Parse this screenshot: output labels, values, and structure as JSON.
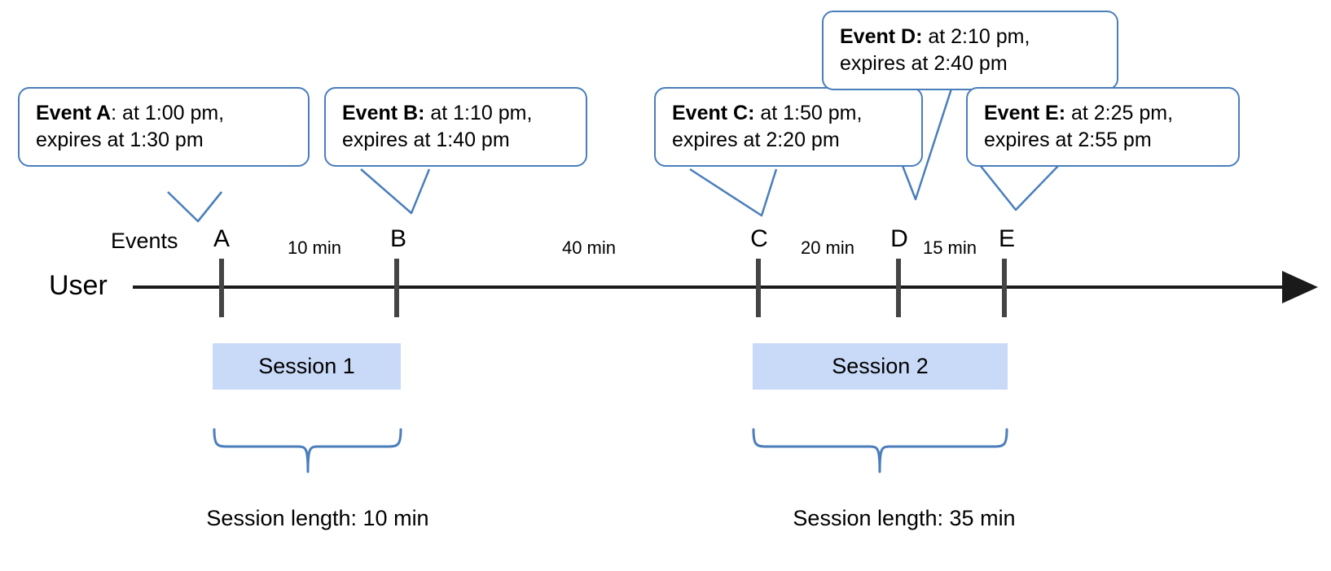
{
  "diagram": {
    "title": "Event session grouping timeline",
    "accent_color": "#4a7ebb",
    "session_fill_color": "#c9daf8",
    "axis_color": "#333333",
    "tick_color": "#444444"
  },
  "axis": {
    "row_label": "User",
    "events_row_label": "Events"
  },
  "events": [
    {
      "letter": "A",
      "name": "Event A",
      "separator": ":",
      "line1": " at 1:00 pm,",
      "line2": "expires at 1:30 pm",
      "occurs_at": "1:00 pm",
      "expires_at": "1:30 pm"
    },
    {
      "letter": "B",
      "name": "Event B:",
      "separator": "",
      "line1": " at 1:10 pm,",
      "line2": "expires at 1:40 pm",
      "occurs_at": "1:10 pm",
      "expires_at": "1:40 pm"
    },
    {
      "letter": "C",
      "name": "Event C:",
      "separator": "",
      "line1": " at 1:50 pm,",
      "line2": "expires at 2:20 pm",
      "occurs_at": "1:50 pm",
      "expires_at": "2:20 pm"
    },
    {
      "letter": "D",
      "name": "Event D:",
      "separator": "",
      "line1": " at 2:10 pm,",
      "line2": "expires at 2:40 pm",
      "occurs_at": "2:10 pm",
      "expires_at": "2:40 pm"
    },
    {
      "letter": "E",
      "name": "Event E:",
      "separator": "",
      "line1": " at 2:25 pm,",
      "line2": "expires at 2:55 pm",
      "occurs_at": "2:25 pm",
      "expires_at": "2:55 pm"
    }
  ],
  "gaps": [
    {
      "label": "10 min",
      "from": "A",
      "to": "B"
    },
    {
      "label": "40 min",
      "from": "B",
      "to": "C"
    },
    {
      "label": "20 min",
      "from": "C",
      "to": "D"
    },
    {
      "label": "15 min",
      "from": "D",
      "to": "E"
    }
  ],
  "sessions": [
    {
      "label": "Session 1",
      "caption": "Session length: 10 min",
      "events": [
        "A",
        "B"
      ],
      "length_min": 10
    },
    {
      "label": "Session 2",
      "caption": "Session length: 35 min",
      "events": [
        "C",
        "D",
        "E"
      ],
      "length_min": 35
    }
  ]
}
